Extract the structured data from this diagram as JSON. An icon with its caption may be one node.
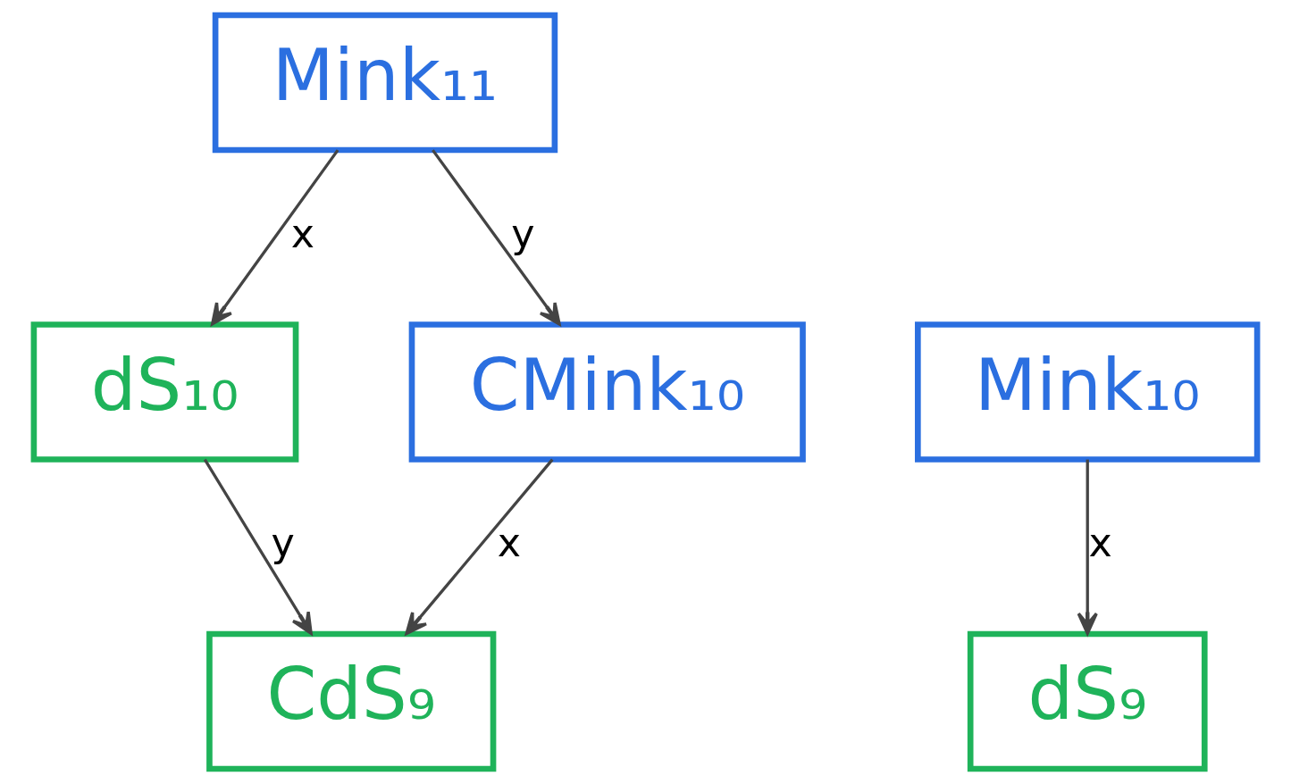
{
  "diagram": {
    "nodes": [
      {
        "text": [
          "Mink₁₁"
        ]
      },
      {
        "text": [
          "dS₁₀"
        ]
      },
      {
        "text": [
          "CMink₁₀"
        ]
      },
      {
        "text": [
          "CdS₉"
        ]
      },
      {
        "text": [
          "Mink₁₀"
        ]
      },
      {
        "text": [
          "dS₉"
        ]
      }
    ],
    "edges": [
      {
        "from": 0,
        "to": 1,
        "arrow": "to",
        "label": "x"
      },
      {
        "from": 0,
        "to": 2,
        "arrow": "to",
        "label": "y"
      },
      {
        "from": 1,
        "to": 3,
        "arrow": "to",
        "label": "y"
      },
      {
        "from": 2,
        "to": 3,
        "arrow": "to",
        "label": "x"
      },
      {
        "from": 4,
        "to": 5,
        "arrow": "to",
        "label": "x"
      }
    ]
  }
}
